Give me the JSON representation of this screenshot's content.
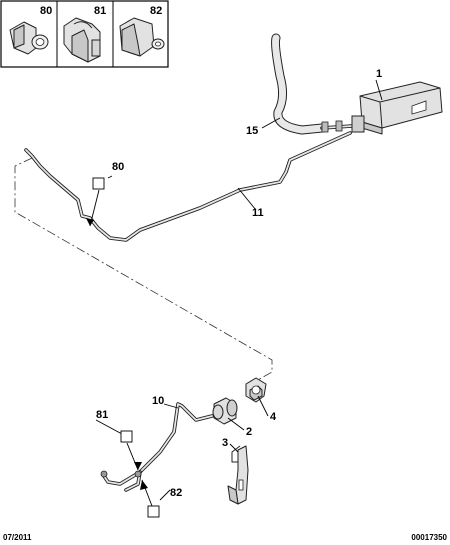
{
  "legend": {
    "items": [
      {
        "number": "80"
      },
      {
        "number": "81"
      },
      {
        "number": "82"
      }
    ]
  },
  "callouts": {
    "c1": "1",
    "c15": "15",
    "c80": "80",
    "c11": "11",
    "c10": "10",
    "c2": "2",
    "c4": "4",
    "c3": "3",
    "c81": "81",
    "c82": "82"
  },
  "footer": {
    "date": "07/2011",
    "ref": "00017350"
  }
}
